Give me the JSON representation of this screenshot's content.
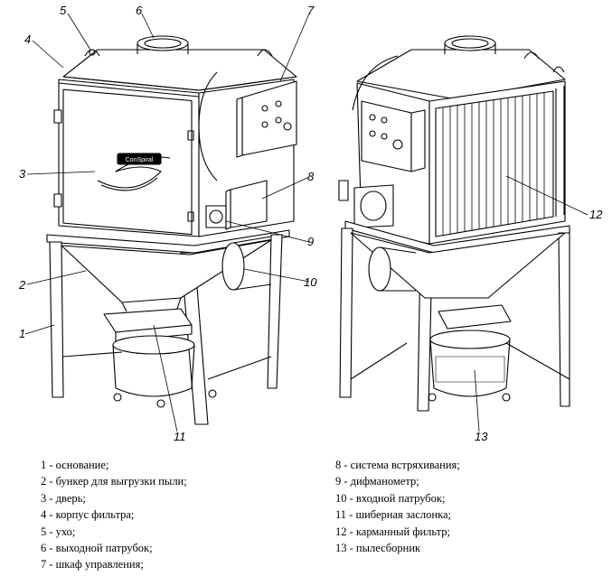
{
  "diagram": {
    "callouts": [
      "1",
      "2",
      "3",
      "4",
      "5",
      "6",
      "7",
      "8",
      "9",
      "10",
      "11",
      "12",
      "13"
    ],
    "logo_text": "ConSpiral"
  },
  "legend": {
    "left": [
      "1 - основание;",
      "2 - бункер для выгрузки пыли;",
      "3 - дверь;",
      "4 - корпус фильтра;",
      "5 - ухо;",
      "6 - выходной патрубок;",
      "7 - шкаф управления;"
    ],
    "right": [
      "8 - система встряхивания;",
      "9 - дифманометр;",
      "10 - входной патрубок;",
      "11 - шиберная заслонка;",
      "12 - карманный фильтр;",
      "13 - пылесборник"
    ]
  }
}
